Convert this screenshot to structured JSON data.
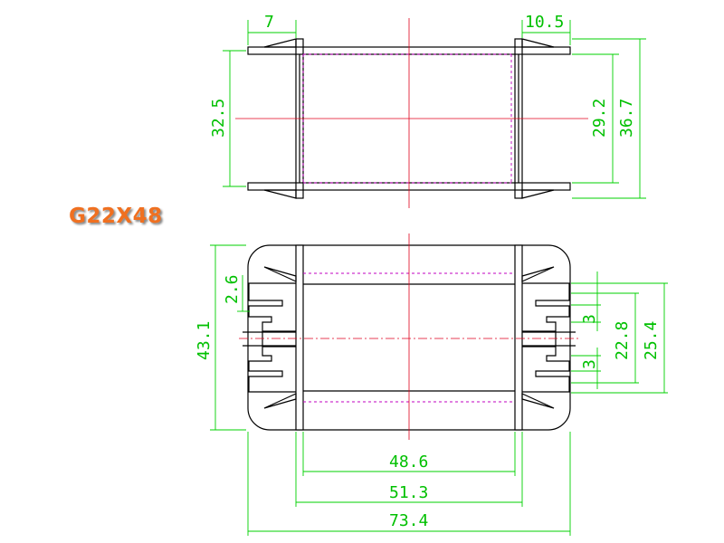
{
  "model_label": "G22X48",
  "label_color": "#f07020",
  "colors": {
    "outline": "#000000",
    "hidden_line": "#c000c0",
    "center_line": "#e0001c",
    "dimension": "#00c000"
  },
  "top_view": {
    "dims": {
      "flange_left": "7",
      "flange_right": "10.5",
      "height_outer": "32.5",
      "height_inner": "29.2",
      "height_total": "36.7"
    }
  },
  "front_view": {
    "dims": {
      "pin_offset": "2.6",
      "height_total": "43.1",
      "pitch_upper": "3",
      "pitch_lower": "3",
      "inner_height": "22.8",
      "outer_height": "25.4",
      "inner_width": "48.6",
      "flange_width": "51.3",
      "total_width": "73.4"
    }
  }
}
